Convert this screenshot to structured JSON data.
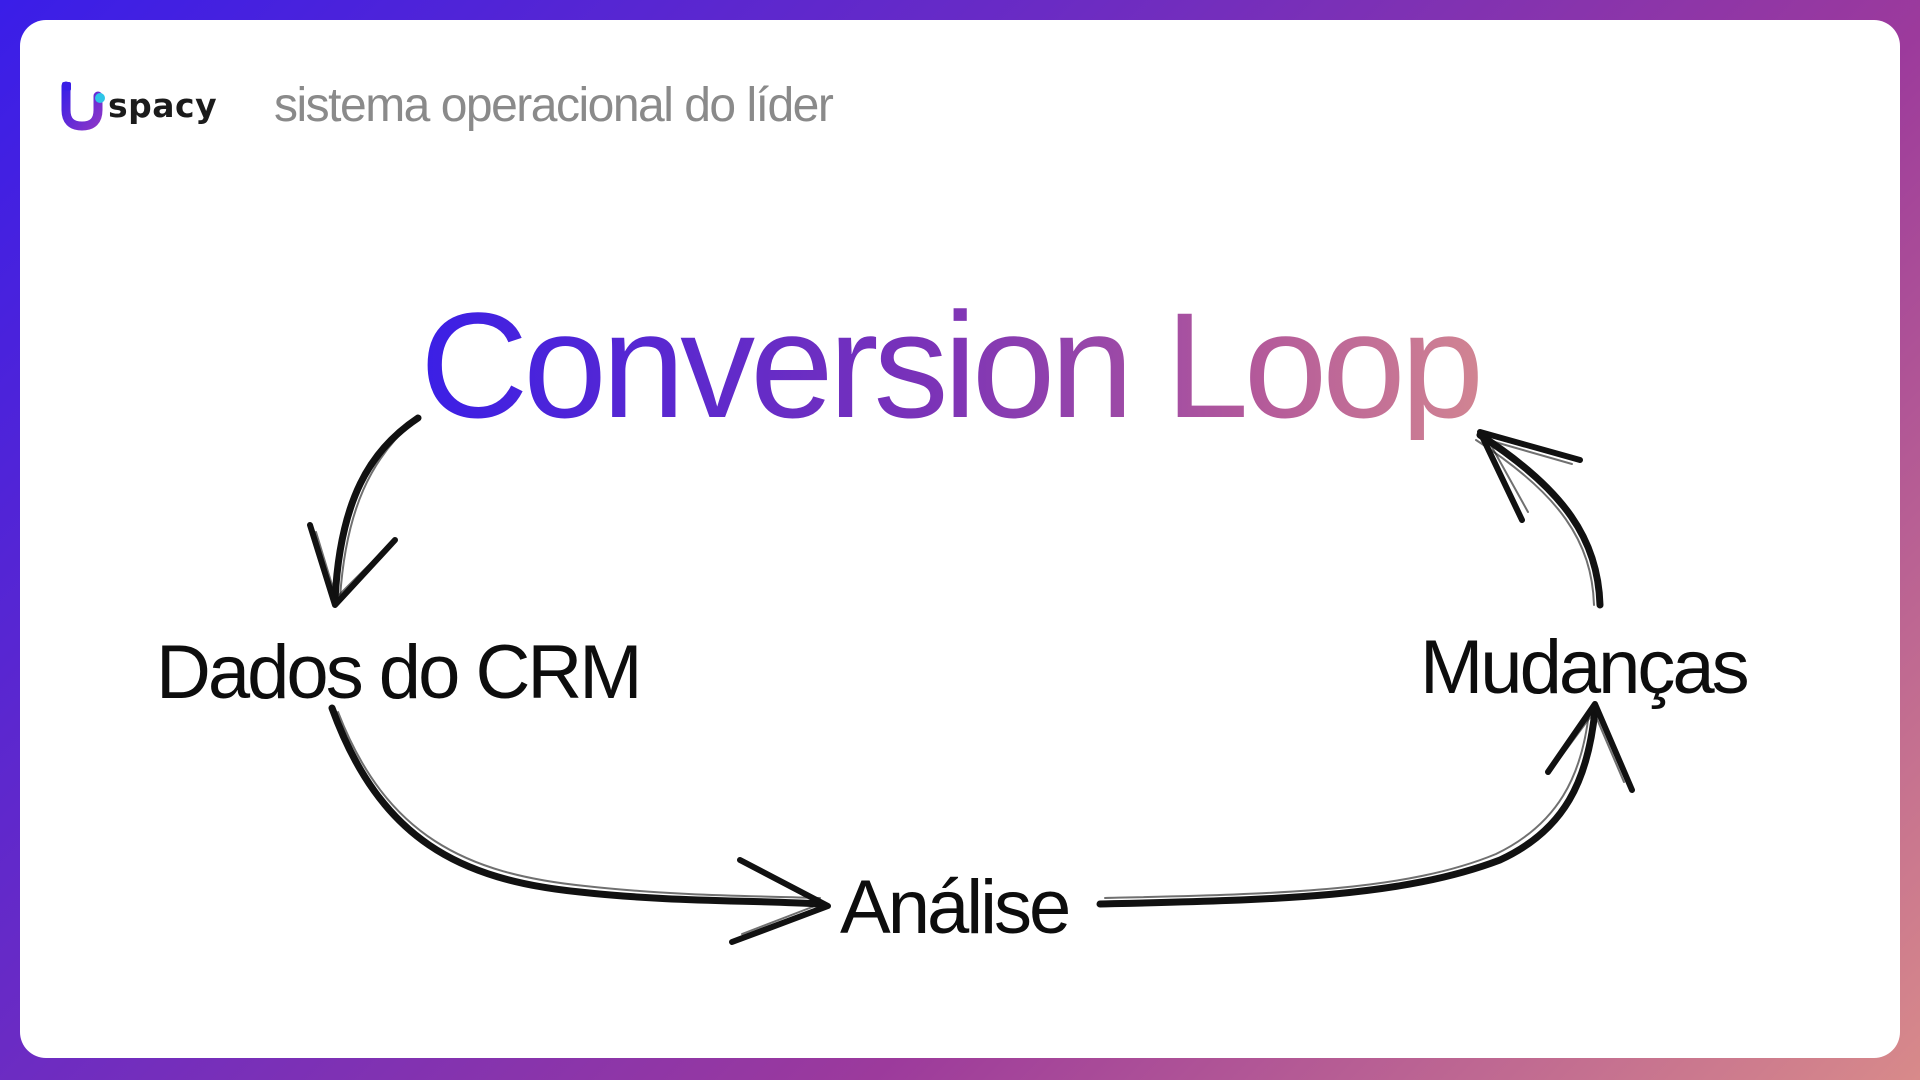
{
  "brand": {
    "logo_text": "spacy",
    "tagline": "sistema operacional do líder"
  },
  "diagram": {
    "title": "Conversion Loop",
    "nodes": {
      "crm": "Dados do CRM",
      "analise": "Análise",
      "mudancas": "Mudanças"
    }
  },
  "colors": {
    "frame_gradient_start": "#3a1ee8",
    "frame_gradient_end": "#d88a8a",
    "title_gradient_start": "#3b1fe6",
    "title_gradient_end": "#d99090",
    "node_text": "#0d0d0d",
    "tagline_text": "#8a8a8a"
  }
}
